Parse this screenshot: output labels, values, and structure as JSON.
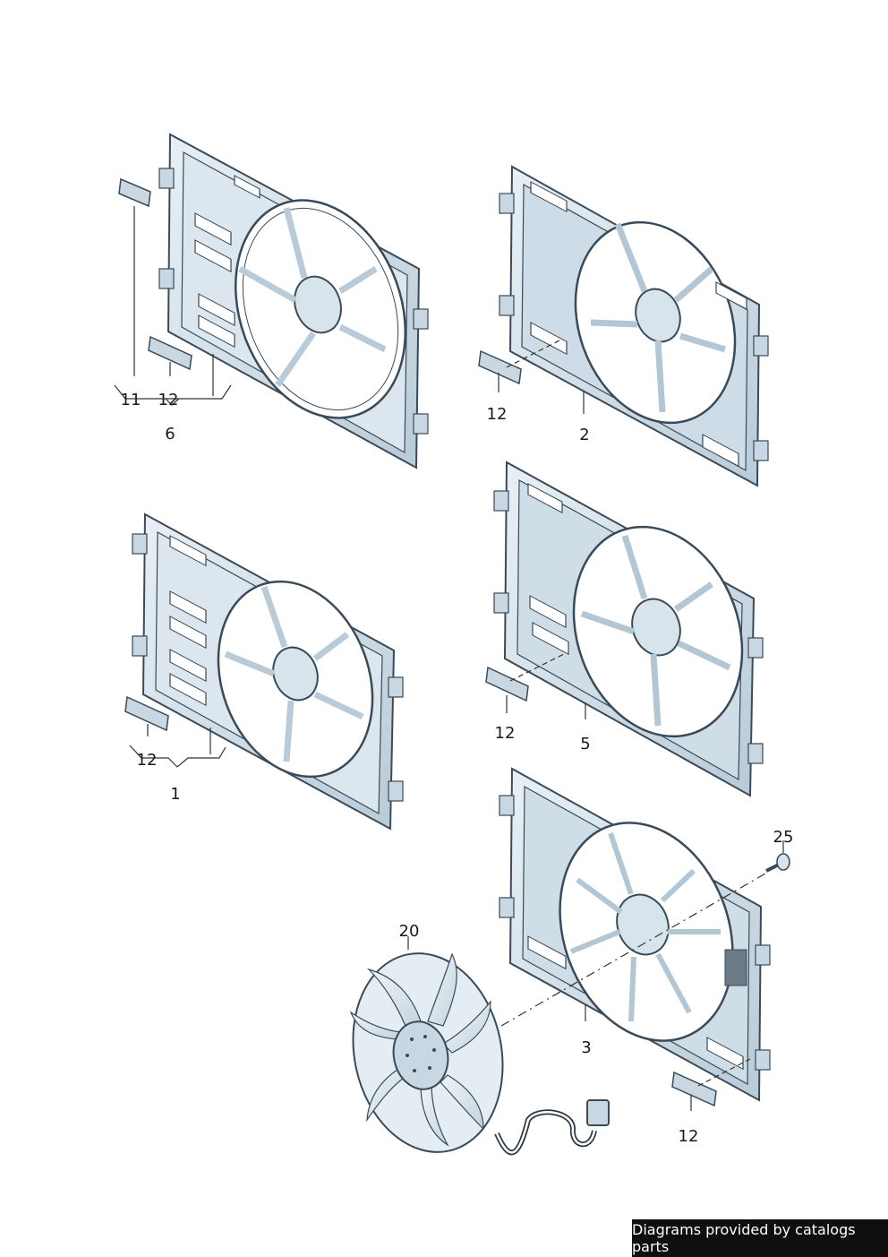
{
  "callouts": {
    "c1": "1",
    "c2": "2",
    "c3": "3",
    "c5": "5",
    "c6": "6",
    "c11": "11",
    "c12a": "12",
    "c12b": "12",
    "c12c": "12",
    "c12d": "12",
    "c12e": "12",
    "c20": "20",
    "c25": "25"
  },
  "footer": {
    "text": "Diagrams provided by catalogs parts"
  },
  "colors": {
    "part_fill": "#d7e4ec",
    "part_stroke": "#3a4a58",
    "line": "#333333",
    "background": "#ffffff"
  }
}
